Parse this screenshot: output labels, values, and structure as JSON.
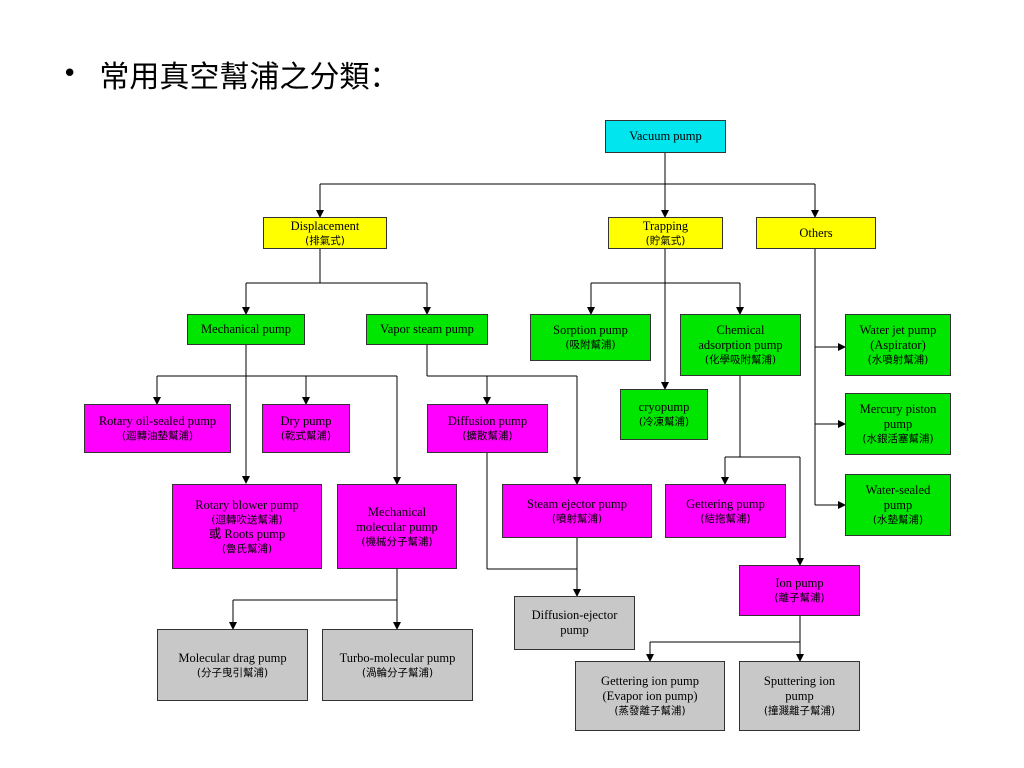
{
  "title": "常用真空幫浦之分類：",
  "bullet": "•",
  "colors": {
    "root": "#00e5ee",
    "category": "#ffff00",
    "type": "#00e600",
    "subtype": "#ff00ff",
    "leaf": "#c8c8c8"
  },
  "nodes": {
    "vacuum_pump": {
      "lines": [
        "Vacuum pump"
      ]
    },
    "displacement": {
      "lines": [
        "Displacement",
        "(排氣式)"
      ]
    },
    "trapping": {
      "lines": [
        "Trapping",
        "(貯氣式)"
      ]
    },
    "others": {
      "lines": [
        "Others"
      ]
    },
    "mechanical_pump": {
      "lines": [
        "Mechanical pump"
      ]
    },
    "vapor_steam_pump": {
      "lines": [
        "Vapor steam pump"
      ]
    },
    "sorption_pump": {
      "lines": [
        "Sorption pump",
        "(吸附幫浦)"
      ]
    },
    "chemical_adsorption_pump": {
      "lines": [
        "Chemical",
        "adsorption pump",
        "(化學吸附幫浦)"
      ]
    },
    "water_jet_pump": {
      "lines": [
        "Water jet pump",
        "(Aspirator)",
        "(水噴射幫浦)"
      ]
    },
    "mercury_piston_pump": {
      "lines": [
        "Mercury piston",
        "pump",
        "(水銀活塞幫浦)"
      ]
    },
    "water_sealed_pump": {
      "lines": [
        "Water-sealed",
        "pump",
        "(水墊幫浦)"
      ]
    },
    "cryopump": {
      "lines": [
        "cryopump",
        "(冷凍幫浦)"
      ]
    },
    "rotary_oil_sealed_pump": {
      "lines": [
        "Rotary oil-sealed pump",
        "(迴轉油墊幫浦)"
      ]
    },
    "dry_pump": {
      "lines": [
        "Dry pump",
        "(乾式幫浦)"
      ]
    },
    "diffusion_pump": {
      "lines": [
        "Diffusion pump",
        "(擴散幫浦)"
      ]
    },
    "rotary_blower_pump": {
      "lines": [
        "Rotary blower pump",
        "(迴轉吹送幫浦)",
        "或 Roots pump",
        "(魯氏幫浦)"
      ]
    },
    "mechanical_molecular_pump": {
      "lines": [
        "Mechanical",
        "molecular pump",
        "(機械分子幫浦)"
      ]
    },
    "steam_ejector_pump": {
      "lines": [
        "Steam ejector pump",
        "(噴射幫浦)"
      ]
    },
    "gettering_pump": {
      "lines": [
        "Gettering pump",
        "(結拖幫浦)"
      ]
    },
    "ion_pump": {
      "lines": [
        "Ion pump",
        "(離子幫浦)"
      ]
    },
    "diffusion_ejector_pump": {
      "lines": [
        "Diffusion-ejector",
        "pump"
      ]
    },
    "molecular_drag_pump": {
      "lines": [
        "Molecular drag pump",
        "(分子曳引幫浦)"
      ]
    },
    "turbo_molecular_pump": {
      "lines": [
        "Turbo-molecular pump",
        "(渦輪分子幫浦)"
      ]
    },
    "gettering_ion_pump": {
      "lines": [
        "Gettering ion pump",
        "(Evapor ion pump)",
        "(蒸發離子幫浦)"
      ]
    },
    "sputtering_ion_pump": {
      "lines": [
        "Sputtering ion",
        "pump",
        "(撞濺離子幫浦)"
      ]
    }
  }
}
